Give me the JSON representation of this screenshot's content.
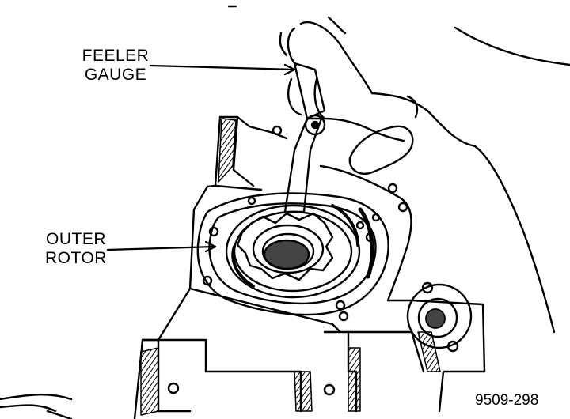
{
  "callouts": {
    "feeler_gauge": {
      "line1": "FEELER",
      "line2": "GAUGE"
    },
    "outer_rotor": {
      "line1": "OUTER",
      "line2": "ROTOR"
    }
  },
  "figure_number": "9509-298",
  "colors": {
    "ink": "#000000",
    "paper": "#ffffff",
    "shade": "#444444"
  }
}
